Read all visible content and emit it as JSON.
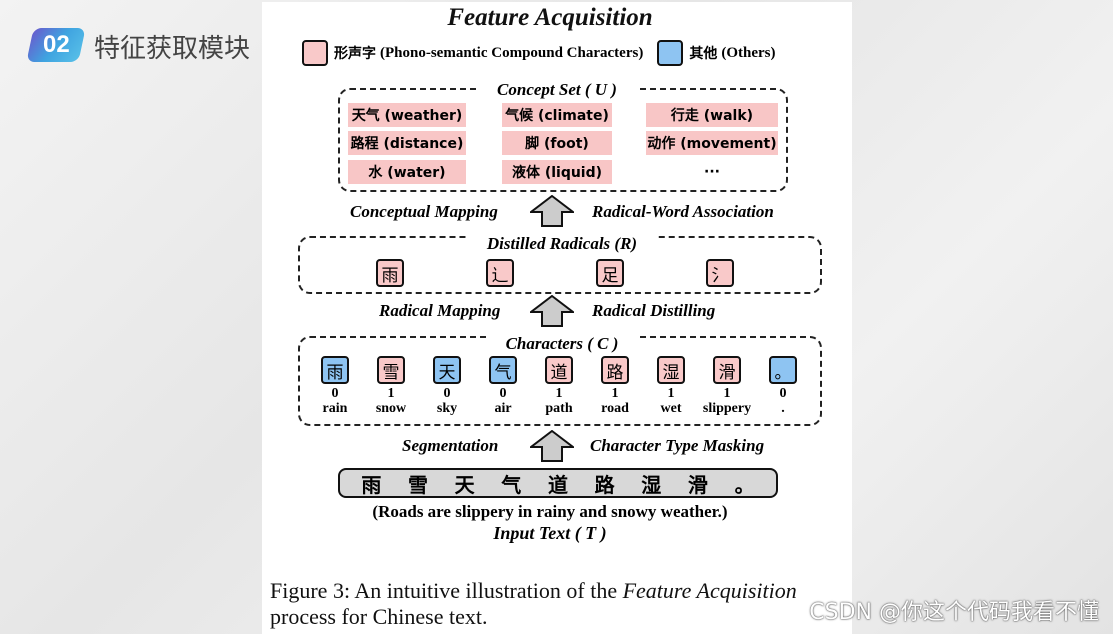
{
  "slide": {
    "badge": "02",
    "title": "特征获取模块"
  },
  "figure": {
    "title": "Feature Acquisition",
    "legend": [
      {
        "cn": "形声字",
        "en": "(Phono-semantic Compound Characters)",
        "color": "#f9c9c9"
      },
      {
        "cn": "其他",
        "en": "(Others)",
        "color": "#8ec4f2"
      }
    ],
    "concept_label": "Concept Set ( U )",
    "concepts": [
      [
        "天气 (weather)",
        "气候 (climate)",
        "行走 (walk)"
      ],
      [
        "路程 (distance)",
        "脚 (foot)",
        "动作 (movement)"
      ],
      [
        "水 (water)",
        "液体 (liquid)",
        "···"
      ]
    ],
    "arrow1": {
      "left": "Conceptual Mapping",
      "right": "Radical-Word Association"
    },
    "radicals_label": "Distilled  Radicals (R)",
    "radicals": [
      "雨",
      "辶",
      "足",
      "氵"
    ],
    "arrow2": {
      "left": "Radical Mapping",
      "right": "Radical Distilling"
    },
    "characters_label": "Characters ( C )",
    "characters": [
      {
        "ch": "雨",
        "type": "blue",
        "flag": "0",
        "eng": "rain"
      },
      {
        "ch": "雪",
        "type": "pink",
        "flag": "1",
        "eng": "snow"
      },
      {
        "ch": "天",
        "type": "blue",
        "flag": "0",
        "eng": "sky"
      },
      {
        "ch": "气",
        "type": "blue",
        "flag": "0",
        "eng": "air"
      },
      {
        "ch": "道",
        "type": "pink",
        "flag": "1",
        "eng": "path"
      },
      {
        "ch": "路",
        "type": "pink",
        "flag": "1",
        "eng": "road"
      },
      {
        "ch": "湿",
        "type": "pink",
        "flag": "1",
        "eng": "wet"
      },
      {
        "ch": "滑",
        "type": "pink",
        "flag": "1",
        "eng": "slippery"
      },
      {
        "ch": "。",
        "type": "blue",
        "flag": "0",
        "eng": "."
      }
    ],
    "arrow3": {
      "left": "Segmentation",
      "right": "Character Type Masking"
    },
    "input_chars": [
      "雨",
      "雪",
      "天",
      "气",
      "道",
      "路",
      "湿",
      "滑",
      "。"
    ],
    "translation": "(Roads are slippery in rainy and snowy weather.)",
    "input_label": "Input Text ( T )",
    "caption_prefix": "Figure 3: An intuitive illustration of the ",
    "caption_italic": "Feature Acquisition",
    "caption_suffix": "process for Chinese text."
  },
  "watermark": "CSDN @你这个代码我看不懂"
}
